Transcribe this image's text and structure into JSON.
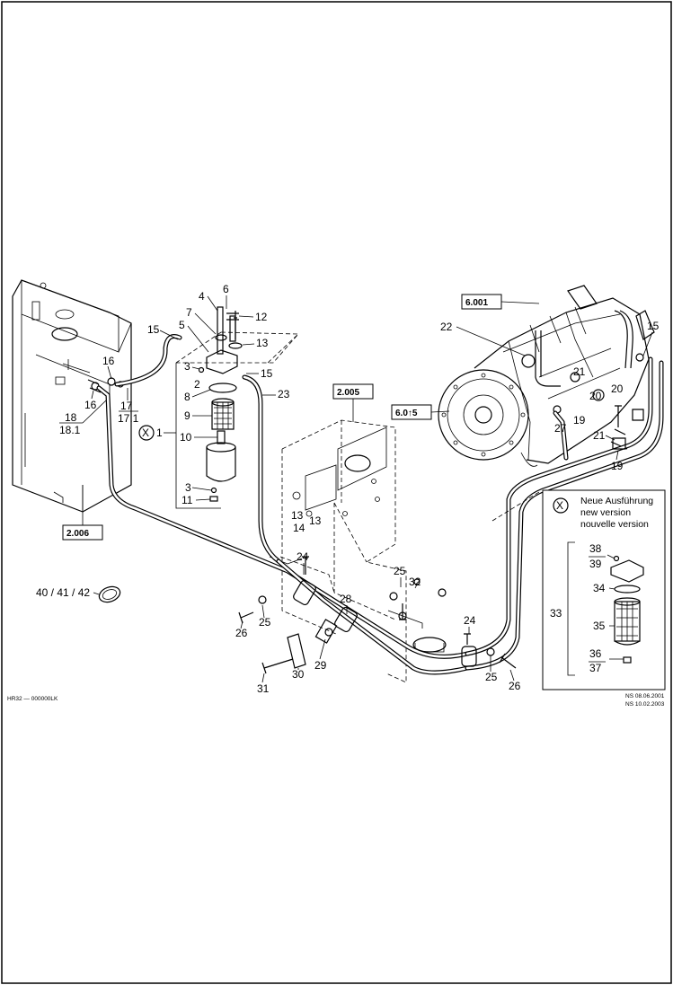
{
  "refs": {
    "tank": "2.006",
    "frame": "2.005",
    "engine": "6.001",
    "engine2": "6.0↑5"
  },
  "labels": {
    "l1": "1",
    "l2": "2",
    "l3a": "3",
    "l3b": "3",
    "l4": "4",
    "l5": "5",
    "l6": "6",
    "l7": "7",
    "l8": "8",
    "l9": "9",
    "l10": "10",
    "l11": "11",
    "l12": "12",
    "l13a": "13",
    "l13b": "13",
    "l14": "14",
    "l15a": "15",
    "l15b": "15",
    "l15c": "15",
    "l16a": "16",
    "l16b": "16",
    "l17": "17",
    "l17_1": "17.1",
    "l18": "18",
    "l18_1": "18.1",
    "l19a": "19",
    "l19b": "19",
    "l20a": "20",
    "l20b": "20",
    "l21a": "21",
    "l21b": "21",
    "l22": "22",
    "l23": "23",
    "l24a": "24",
    "l24b": "24",
    "l25a": "25",
    "l25b": "25",
    "l25c": "25",
    "l26a": "26",
    "l26b": "26",
    "l27": "27",
    "l28": "28",
    "l29": "29",
    "l30": "30",
    "l31": "31",
    "l32": "32",
    "l33": "33",
    "l34": "34",
    "l35": "35",
    "l36": "36",
    "l37": "37",
    "l38": "38",
    "l39": "39",
    "clamps": "40 / 41 / 42",
    "circled_x": "X"
  },
  "legend": {
    "circled_x": "X",
    "line1": "Neue Ausführung",
    "line2": "new version",
    "line3": "nouvelle version"
  },
  "footer": {
    "code": "HR32 — 000000LK",
    "date1": "NS 08.06.2001",
    "date2": "NS 10.02.2003"
  }
}
